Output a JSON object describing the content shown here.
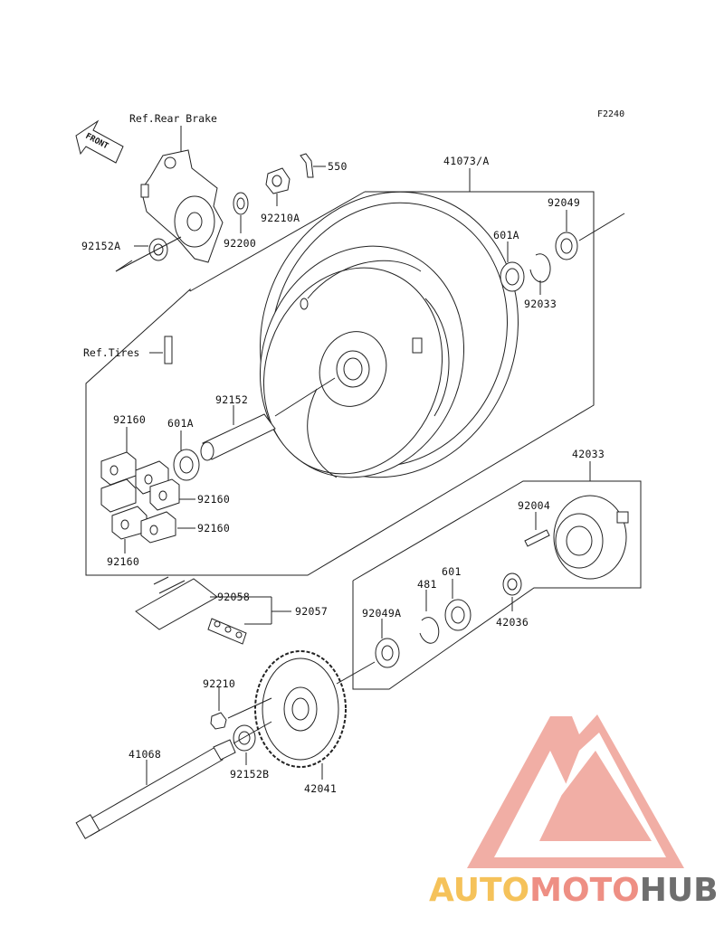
{
  "figure_code": "F2240",
  "front_marker": "FRONT",
  "refs": {
    "rear_brake": "Ref.Rear Brake",
    "tires": "Ref.Tires"
  },
  "parts": {
    "p550": "550",
    "p92210A": "92210A",
    "p92200": "92200",
    "p92152A": "92152A",
    "p41073A": "41073/A",
    "p92049": "92049",
    "p601A_top": "601A",
    "p92033": "92033",
    "p92152": "92152",
    "p92160_a": "92160",
    "p601A_mid": "601A",
    "p92160_b": "92160",
    "p92160_c": "92160",
    "p92160_d": "92160",
    "p42033": "42033",
    "p92004": "92004",
    "p481": "481",
    "p601": "601",
    "p42036": "42036",
    "p92049A": "92049A",
    "p92058": "92058",
    "p92057": "92057",
    "p92210": "92210",
    "p41068": "41068",
    "p92152B": "92152B",
    "p42041": "42041"
  },
  "watermark": {
    "auto": "AUTO",
    "moto": "MOTO",
    "hub": "HUB",
    "colors": {
      "auto": "#f5c25a",
      "moto": "#ee8f84",
      "hub": "#6e6e6e",
      "logo": "#f0a69c"
    }
  }
}
